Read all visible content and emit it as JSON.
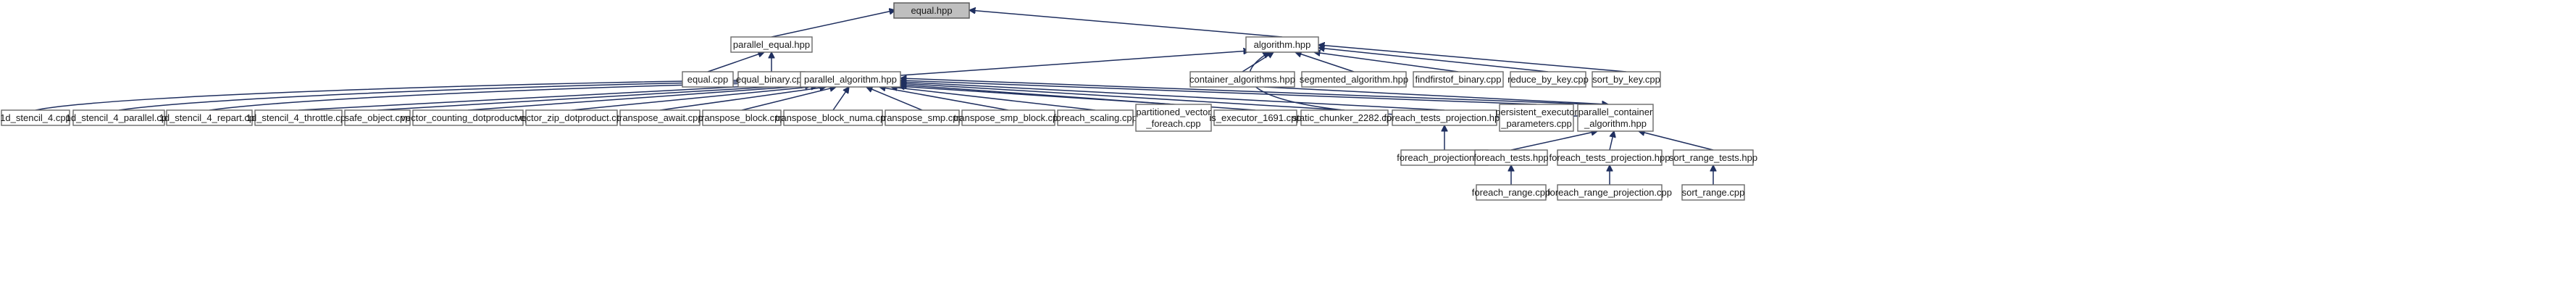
{
  "colors": {
    "edge": "#1f2f5f",
    "root_fill": "#bfbfbf",
    "node_stroke": "#6a6a6a"
  },
  "nodes": {
    "equal_hpp": "equal.hpp",
    "parallel_equal_hpp": "parallel_equal.hpp",
    "algorithm_hpp": "algorithm.hpp",
    "equal_cpp": "equal.cpp",
    "equal_binary_cpp": "equal_binary.cpp",
    "parallel_algorithm_hpp": "parallel_algorithm.hpp",
    "container_algorithms_hpp": "container_algorithms.hpp",
    "segmented_algorithm_hpp": "segmented_algorithm.hpp",
    "findfirstof_binary_cpp": "findfirstof_binary.cpp",
    "reduce_by_key_cpp": "reduce_by_key.cpp",
    "sort_by_key_cpp": "sort_by_key.cpp",
    "stencil_4_cpp": "1d_stencil_4.cpp",
    "stencil_4_parallel_cpp": "1d_stencil_4_parallel.cpp",
    "stencil_4_repart_cpp": "1d_stencil_4_repart.cpp",
    "stencil_4_throttle_cpp": "1d_stencil_4_throttle.cpp",
    "safe_object_cpp": "safe_object.cpp",
    "vector_counting_dotproduct_cpp": "vector_counting_dotproduct.cpp",
    "vector_zip_dotproduct_cpp": "vector_zip_dotproduct.cpp",
    "transpose_await_cpp": "transpose_await.cpp",
    "transpose_block_cpp": "transpose_block.cpp",
    "transpose_block_numa_cpp": "transpose_block_numa.cpp",
    "transpose_smp_cpp": "transpose_smp.cpp",
    "transpose_smp_block_cpp": "transpose_smp_block.cpp",
    "foreach_scaling_cpp": "foreach_scaling.cpp",
    "partitioned_vector_foreach_cpp": [
      "partitioned_vector",
      "_foreach.cpp"
    ],
    "is_executor_1691_cpp": "is_executor_1691.cpp",
    "static_chunker_2282_cpp": "static_chunker_2282.cpp",
    "foreach_tests_projection_hpp_top": "foreach_tests_projection.hpp",
    "persistent_executor_parameters_cpp": [
      "persistent_executor",
      "_parameters.cpp"
    ],
    "parallel_container_algorithm_hpp": [
      "parallel_container",
      "_algorithm.hpp"
    ],
    "foreach_projection_cpp": "foreach_projection.cpp",
    "foreach_tests_hpp": "foreach_tests.hpp",
    "foreach_tests_projection_hpp_bottom": "foreach_tests_projection.hpp",
    "sort_range_tests_hpp": "sort_range_tests.hpp",
    "foreach_range_cpp": "foreach_range.cpp",
    "foreach_range_projection_cpp": "foreach_range_projection.cpp",
    "sort_range_cpp": "sort_range.cpp"
  }
}
